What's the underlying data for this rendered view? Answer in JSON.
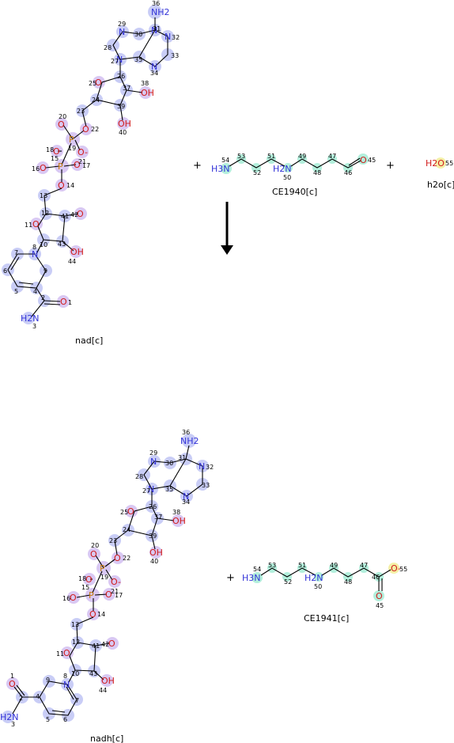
{
  "diagram": {
    "reactants": [
      {
        "id": "nad",
        "label": "nad[c]"
      },
      {
        "id": "ce1940",
        "label": "CE1940[c]"
      },
      {
        "id": "h2o",
        "label": "h2o[c]"
      }
    ],
    "products": [
      {
        "id": "nadh",
        "label": "nadh[c]"
      },
      {
        "id": "ce1941",
        "label": "CE1941[c]"
      }
    ],
    "operator_plus": "+",
    "atom_labels": {
      "nh2": "NH2",
      "h2n": "H2N",
      "h3n": "H3N",
      "oh": "OH",
      "o": "O",
      "n": "N",
      "p": "P",
      "o_minus": "O-",
      "h2o": "H2O"
    }
  }
}
